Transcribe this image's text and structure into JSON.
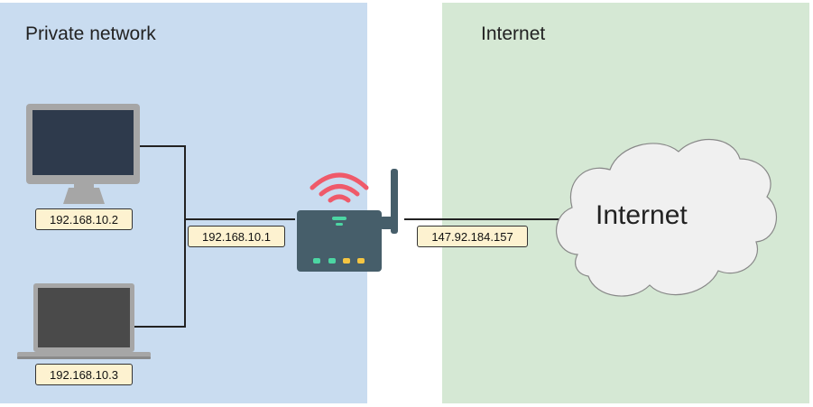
{
  "zones": {
    "private": {
      "title": "Private network",
      "color": "#c9dcf0"
    },
    "internet": {
      "title": "Internet",
      "color": "#d5e8d4"
    }
  },
  "devices": {
    "desktop": {
      "ip": "192.168.10.2"
    },
    "laptop": {
      "ip": "192.168.10.3"
    },
    "router": {
      "ip": "192.168.10.1",
      "public_ip": "147.92.184.157"
    }
  },
  "cloud": {
    "label": "Internet"
  },
  "colors": {
    "ip_label_bg": "#fdf2d0",
    "wifi": "#ef5a6a",
    "router_body": "#465e6a",
    "router_led_green": "#4cd6a3",
    "router_led_yellow": "#f4c542",
    "monitor_frame": "#a6a6a6",
    "screen": "#2e3a4c",
    "laptop_screen": "#4a4a4a",
    "cloud_fill": "#f0f0f0",
    "wire": "#222222"
  }
}
